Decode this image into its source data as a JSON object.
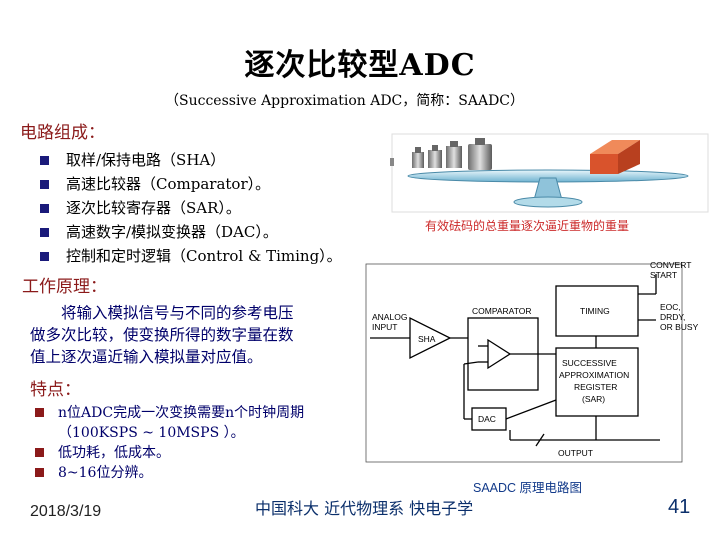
{
  "title": "逐次比较型ADC",
  "subtitle": "（Successive Approximation ADC，简称：SAADC）",
  "composition": {
    "heading": "电路组成：",
    "items": [
      "取样/保持电路（SHA）",
      "高速比较器（Comparator）。",
      "逐次比较寄存器（SAR）。",
      "高速数字/模拟变换器（DAC）。",
      "控制和定时逻辑（Control & Timing）。"
    ]
  },
  "balance_caption": "有效砝码的总重量逐次逼近重物的重量",
  "working": {
    "heading": "工作原理：",
    "lines": [
      "将输入模拟信号与不同的参考电压",
      "做多次比较，使变换所得的数字量在数",
      "值上逐次逼近输入模拟量对应值。"
    ]
  },
  "features": {
    "heading": "特点：",
    "items": [
      "n位ADC完成一次变换需要n个时钟周期（100KSPS ~ 10MSPS ）。",
      "低功耗，低成本。",
      "8~16位分辨。"
    ]
  },
  "diagram": {
    "analog_input": [
      "ANALOG",
      "INPUT"
    ],
    "sha": "SHA",
    "comparator": "COMPARATOR",
    "timing": "TIMING",
    "convert_start": [
      "CONVERT",
      "START"
    ],
    "status": [
      "EOC,",
      "DRDY,",
      "OR BUSY"
    ],
    "sar": [
      "SUCCESSIVE",
      "APPROXIMATION",
      "REGISTER",
      "(SAR)"
    ],
    "dac": "DAC",
    "output": "OUTPUT",
    "caption": "SAADC 原理电路图"
  },
  "footer": {
    "date": "2018/3/19",
    "org": "中国科大 近代物理系 快电子学",
    "page": "41"
  },
  "colors": {
    "bullet_primary": "#1a1a7a",
    "bullet_secondary": "#8b1a1a",
    "text_blue": "#00006a",
    "heading_red": "#8b1a1a",
    "weight_orange": "#d9532c"
  }
}
